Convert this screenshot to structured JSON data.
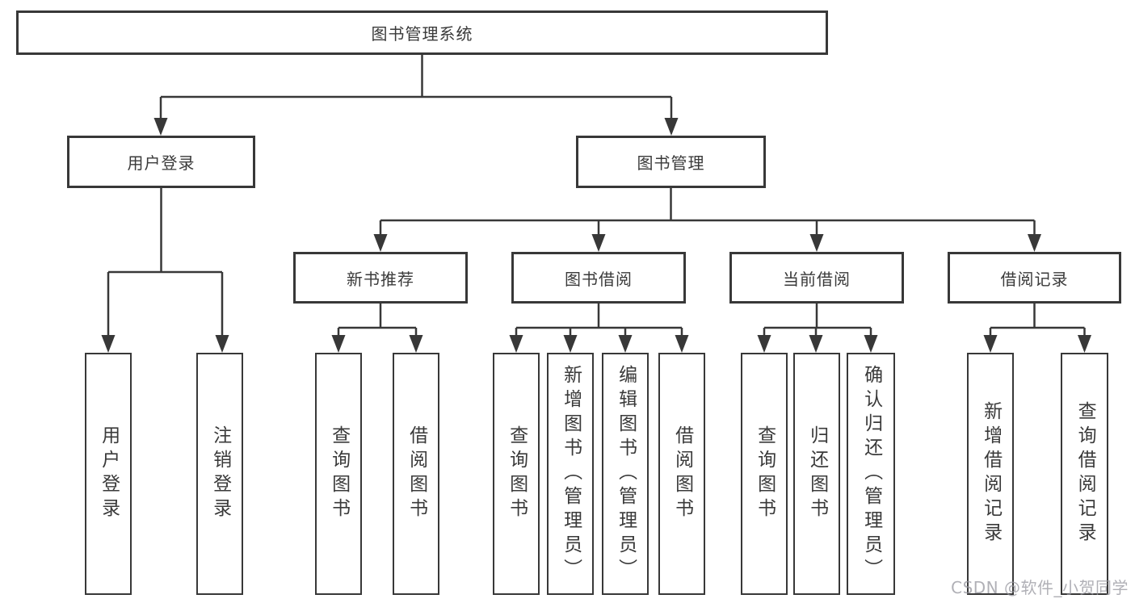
{
  "colors": {
    "line": "#383838",
    "box_border": "#383838",
    "text": "#3a3a3a",
    "watermark": "#9696a0",
    "background": "#ffffff"
  },
  "tree": {
    "root": {
      "label": "图书管理系统",
      "children": [
        {
          "label": "用户登录",
          "children": [
            {
              "label": "用户登录"
            },
            {
              "label": "注销登录"
            }
          ]
        },
        {
          "label": "图书管理",
          "children": [
            {
              "label": "新书推荐",
              "children": [
                {
                  "label": "查询图书"
                },
                {
                  "label": "借阅图书"
                }
              ]
            },
            {
              "label": "图书借阅",
              "children": [
                {
                  "label": "查询图书"
                },
                {
                  "label": "新增图书（管理员）"
                },
                {
                  "label": "编辑图书（管理员）"
                },
                {
                  "label": "借阅图书"
                }
              ]
            },
            {
              "label": "当前借阅",
              "children": [
                {
                  "label": "查询图书"
                },
                {
                  "label": "归还图书"
                },
                {
                  "label": "确认归还（管理员）"
                }
              ]
            },
            {
              "label": "借阅记录",
              "children": [
                {
                  "label": "新增借阅记录"
                },
                {
                  "label": "查询借阅记录"
                }
              ]
            }
          ]
        }
      ]
    }
  },
  "watermark": {
    "text": "CSDN @软件_小贺同学"
  }
}
